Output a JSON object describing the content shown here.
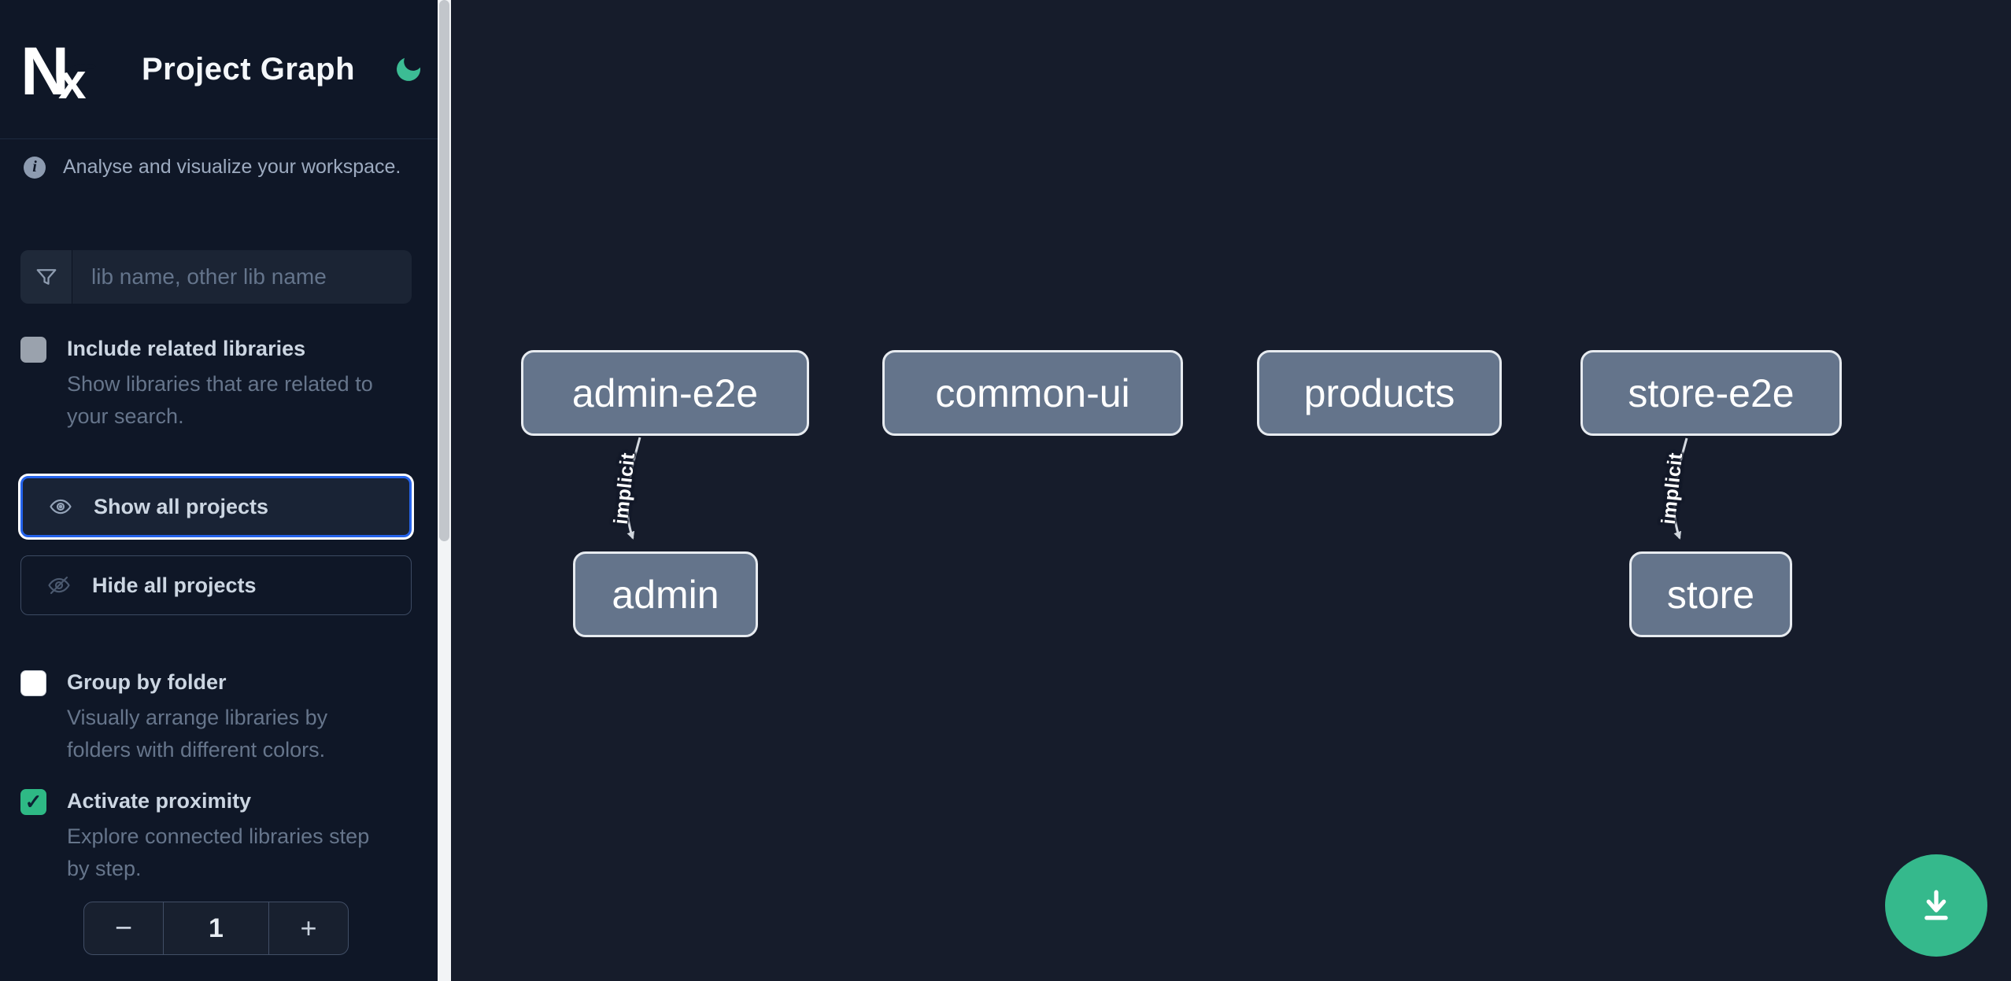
{
  "header": {
    "logo_text": "Nx",
    "title": "Project Graph",
    "theme_icon": "moon"
  },
  "sidebar": {
    "tagline": "Analyse and visualize your workspace.",
    "filter": {
      "placeholder": "lib name, other lib name",
      "value": ""
    },
    "include_related": {
      "label": "Include related libraries",
      "description": [
        "Show libraries that are related to",
        "your search."
      ],
      "checked": false
    },
    "show_all": {
      "label": "Show all projects"
    },
    "hide_all": {
      "label": "Hide all projects"
    },
    "group_by_folder": {
      "label": "Group by folder",
      "description": [
        "Visually arrange libraries by",
        "folders with different colors."
      ],
      "checked": false
    },
    "proximity": {
      "label": "Activate proximity",
      "description": [
        "Explore connected libraries step",
        "by step."
      ],
      "checked": true,
      "check_glyph": "✓",
      "stepper": {
        "decrement": "−",
        "value": "1",
        "increment": "+"
      }
    }
  },
  "graph": {
    "nodes": [
      {
        "id": "admin-e2e",
        "label": "admin-e2e"
      },
      {
        "id": "common-ui",
        "label": "common-ui"
      },
      {
        "id": "products",
        "label": "products"
      },
      {
        "id": "store-e2e",
        "label": "store-e2e"
      },
      {
        "id": "admin",
        "label": "admin"
      },
      {
        "id": "store",
        "label": "store"
      }
    ],
    "edges": [
      {
        "source": "admin-e2e",
        "target": "admin",
        "label": "implicit"
      },
      {
        "source": "store-e2e",
        "target": "store",
        "label": "implicit"
      }
    ]
  },
  "fab": {
    "icon": "download"
  },
  "colors": {
    "accent_green": "#35b98c",
    "focus_blue": "#2563eb",
    "node_fill": "#64748b",
    "sidebar_bg": "#0f1727",
    "canvas_bg": "#161c2b"
  }
}
